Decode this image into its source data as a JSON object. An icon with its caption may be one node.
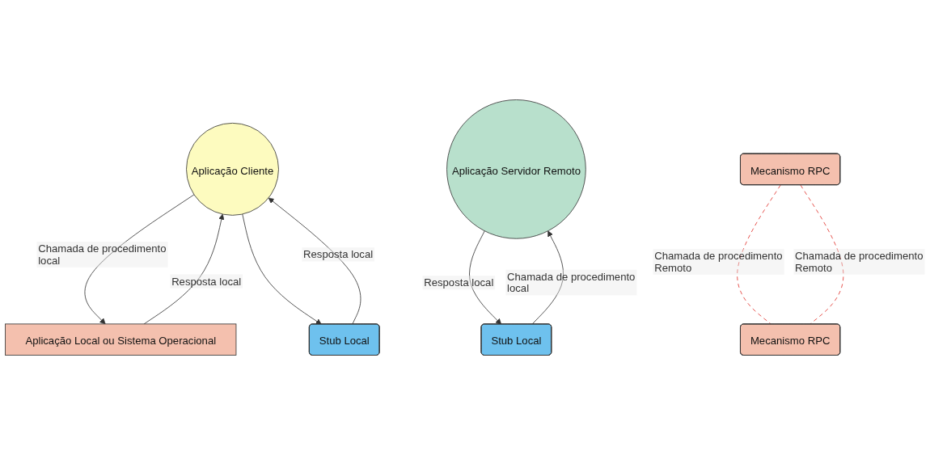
{
  "diagram": {
    "nodes": [
      {
        "text": [
          "Aplicação Cliente"
        ]
      },
      {
        "text": [
          "Aplicação Servidor Remoto"
        ]
      },
      {
        "text": [
          "Aplicação Local ou Sistema Operacional"
        ]
      },
      {
        "text": [
          "Stub Local"
        ]
      },
      {
        "text": [
          "Mecanismo RPC"
        ]
      },
      {
        "text": [
          "Stub Local"
        ]
      },
      {
        "text": [
          "Mecanismo RPC"
        ]
      }
    ],
    "edges": [
      {
        "from": 2,
        "to": 0,
        "arrow": "to",
        "label": "Resposta local"
      },
      {
        "from": 0,
        "to": 2,
        "arrow": "to",
        "label": "Chamada de procedimento local"
      },
      {
        "from": 0,
        "to": 3,
        "arrow": "to"
      },
      {
        "from": 3,
        "to": 0,
        "arrow": "to",
        "label": "Resposta local"
      },
      {
        "from": 4,
        "to": 6,
        "arrow": "none",
        "style": "dashed",
        "color": "#e0302a",
        "label": "Chamada de procedimento Remoto"
      },
      {
        "from": 4,
        "to": 6,
        "arrow": "none",
        "style": "dashed",
        "color": "#e0302a",
        "label": "Chamada de procedimento Remoto"
      },
      {
        "from": 1,
        "to": 5,
        "arrow": "to",
        "label": "Resposta local"
      },
      {
        "from": 5,
        "to": 1,
        "arrow": "to",
        "label": "Chamada de procedimento local"
      }
    ]
  }
}
